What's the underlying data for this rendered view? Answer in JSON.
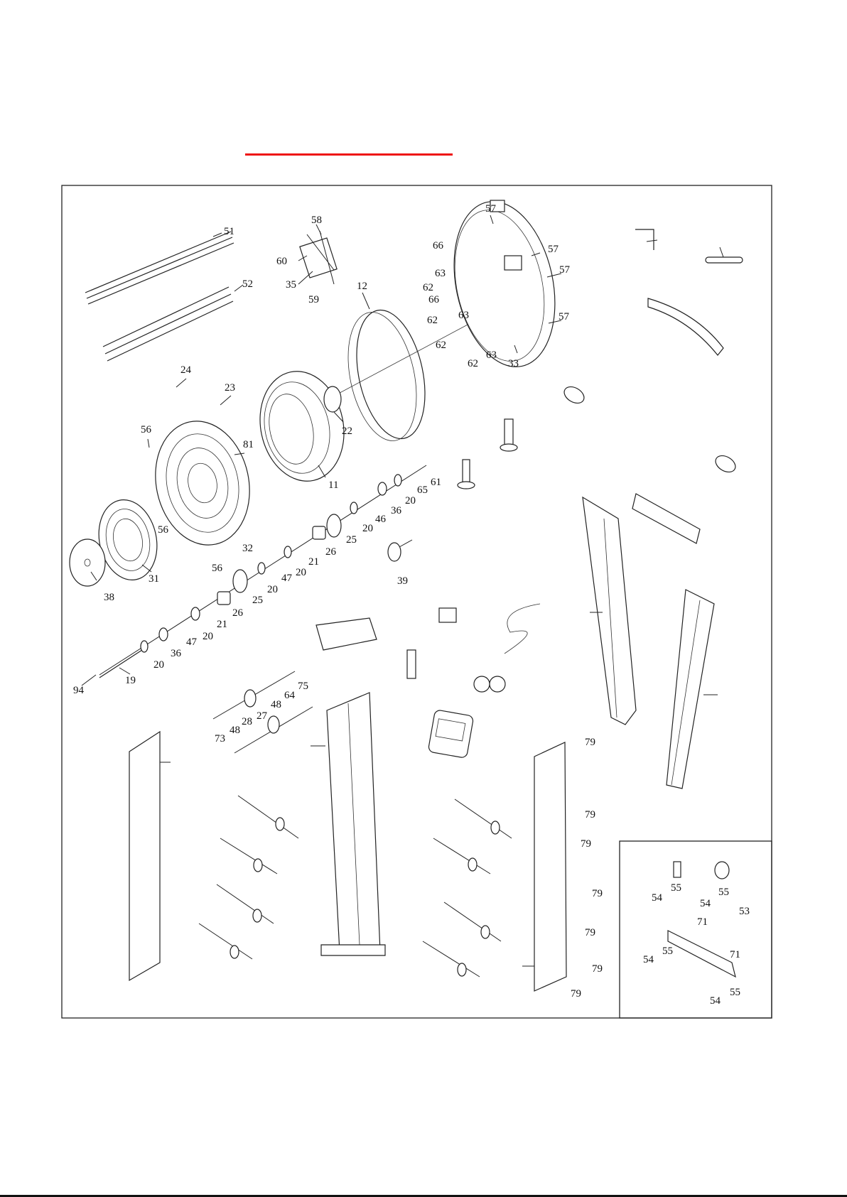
{
  "accent_color": "#ee1111",
  "labels": [
    {
      "id": "p51",
      "text": "51"
    },
    {
      "id": "p52",
      "text": "52"
    },
    {
      "id": "p58",
      "text": "58"
    },
    {
      "id": "p60",
      "text": "60"
    },
    {
      "id": "p35",
      "text": "35"
    },
    {
      "id": "p59",
      "text": "59"
    },
    {
      "id": "p12",
      "text": "12"
    },
    {
      "id": "p57a",
      "text": "57"
    },
    {
      "id": "p66a",
      "text": "66"
    },
    {
      "id": "p57b",
      "text": "57"
    },
    {
      "id": "p63a",
      "text": "63"
    },
    {
      "id": "p57c",
      "text": "57"
    },
    {
      "id": "p62a",
      "text": "62"
    },
    {
      "id": "p66b",
      "text": "66"
    },
    {
      "id": "p63b",
      "text": "63"
    },
    {
      "id": "p62b",
      "text": "62"
    },
    {
      "id": "p57d",
      "text": "57"
    },
    {
      "id": "p62c",
      "text": "62"
    },
    {
      "id": "p63c",
      "text": "63"
    },
    {
      "id": "p62d",
      "text": "62"
    },
    {
      "id": "p33",
      "text": "33"
    },
    {
      "id": "p24",
      "text": "24"
    },
    {
      "id": "p23",
      "text": "23"
    },
    {
      "id": "p22",
      "text": "22"
    },
    {
      "id": "p56a",
      "text": "56"
    },
    {
      "id": "p81",
      "text": "81"
    },
    {
      "id": "p11",
      "text": "11"
    },
    {
      "id": "p61",
      "text": "61"
    },
    {
      "id": "p65",
      "text": "65"
    },
    {
      "id": "p20a",
      "text": "20"
    },
    {
      "id": "p36a",
      "text": "36"
    },
    {
      "id": "p46",
      "text": "46"
    },
    {
      "id": "p20b",
      "text": "20"
    },
    {
      "id": "p25a",
      "text": "25"
    },
    {
      "id": "p56b",
      "text": "56"
    },
    {
      "id": "p26a",
      "text": "26"
    },
    {
      "id": "p21a",
      "text": "21"
    },
    {
      "id": "p32",
      "text": "32"
    },
    {
      "id": "p20c",
      "text": "20"
    },
    {
      "id": "p47a",
      "text": "47"
    },
    {
      "id": "p56c",
      "text": "56"
    },
    {
      "id": "p20d",
      "text": "20"
    },
    {
      "id": "p25b",
      "text": "25"
    },
    {
      "id": "p31",
      "text": "31"
    },
    {
      "id": "p38",
      "text": "38"
    },
    {
      "id": "p39",
      "text": "39"
    },
    {
      "id": "p26b",
      "text": "26"
    },
    {
      "id": "p21b",
      "text": "21"
    },
    {
      "id": "p20e",
      "text": "20"
    },
    {
      "id": "p47b",
      "text": "47"
    },
    {
      "id": "p36b",
      "text": "36"
    },
    {
      "id": "p20f",
      "text": "20"
    },
    {
      "id": "p19",
      "text": "19"
    },
    {
      "id": "p94",
      "text": "94"
    },
    {
      "id": "p75",
      "text": "75"
    },
    {
      "id": "p64",
      "text": "64"
    },
    {
      "id": "p48a",
      "text": "48"
    },
    {
      "id": "p27",
      "text": "27"
    },
    {
      "id": "p28",
      "text": "28"
    },
    {
      "id": "p48b",
      "text": "48"
    },
    {
      "id": "p73",
      "text": "73"
    },
    {
      "id": "p79a",
      "text": "79"
    },
    {
      "id": "p79b",
      "text": "79"
    },
    {
      "id": "p79c",
      "text": "79"
    },
    {
      "id": "p79d",
      "text": "79"
    },
    {
      "id": "p79e",
      "text": "79"
    },
    {
      "id": "p79f",
      "text": "79"
    },
    {
      "id": "p79g",
      "text": "79"
    },
    {
      "id": "p55a",
      "text": "55"
    },
    {
      "id": "p55b",
      "text": "55"
    },
    {
      "id": "p54a",
      "text": "54"
    },
    {
      "id": "p54b",
      "text": "54"
    },
    {
      "id": "p53",
      "text": "53"
    },
    {
      "id": "p71a",
      "text": "71"
    },
    {
      "id": "p55c",
      "text": "55"
    },
    {
      "id": "p71b",
      "text": "71"
    },
    {
      "id": "p54c",
      "text": "54"
    },
    {
      "id": "p55d",
      "text": "55"
    },
    {
      "id": "p54d",
      "text": "54"
    }
  ]
}
